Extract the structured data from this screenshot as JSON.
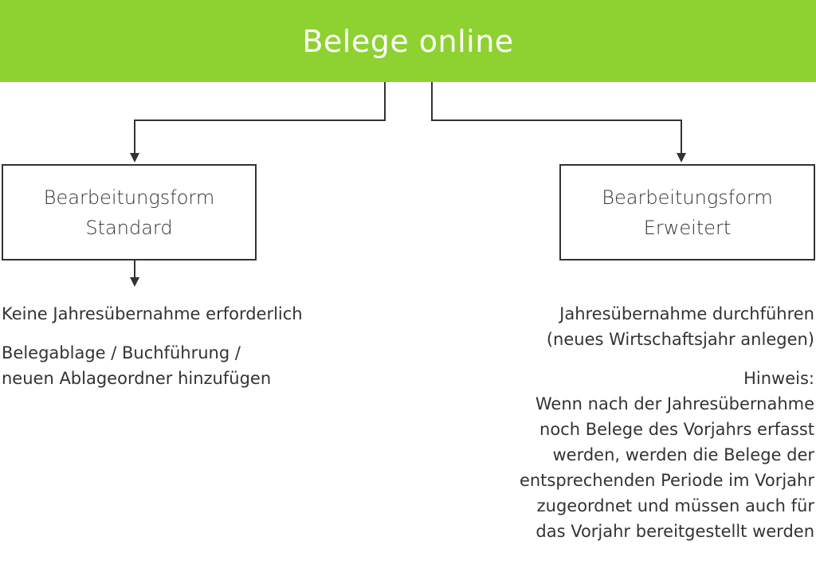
{
  "header": {
    "title": "Belege online"
  },
  "boxes": {
    "standard": {
      "line1": "Bearbeitungsform",
      "line2": "Standard"
    },
    "erweitert": {
      "line1": "Bearbeitungsform",
      "line2": "Erweitert"
    }
  },
  "left": {
    "note1": "Keine Jahresübernahme erforderlich",
    "note2_line1": "Belegablage / Buchführung /",
    "note2_line2": "neuen Ablageordner hinzufügen"
  },
  "right": {
    "note1_line1": "Jahresübernahme durchführen",
    "note1_line2": "(neues Wirtschaftsjahr anlegen)",
    "hint_label": "Hinweis:",
    "hint_lines": [
      "Wenn nach der Jahresübernahme",
      "noch Belege des Vorjahrs erfasst",
      "werden, werden die Belege der",
      "entsprechenden Periode im Vorjahr",
      "zugeordnet und müssen auch für",
      "das Vorjahr bereitgestellt werden"
    ]
  },
  "colors": {
    "header_bg": "#8dd230",
    "line": "#333333",
    "text": "#333333"
  }
}
